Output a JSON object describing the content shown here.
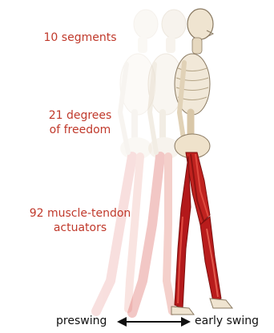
{
  "labels": {
    "segments": "10 segments",
    "dof_line1": "21 degrees",
    "dof_line2": "of freedom",
    "actuators_line1": "92 muscle-tendon",
    "actuators_line2": "actuators"
  },
  "axis": {
    "left": "preswing",
    "right": "early swing"
  },
  "colors": {
    "label_text": "#c0392b",
    "muscle": "#b3191b",
    "bone": "#efe4d0",
    "arrow": "#111111"
  }
}
